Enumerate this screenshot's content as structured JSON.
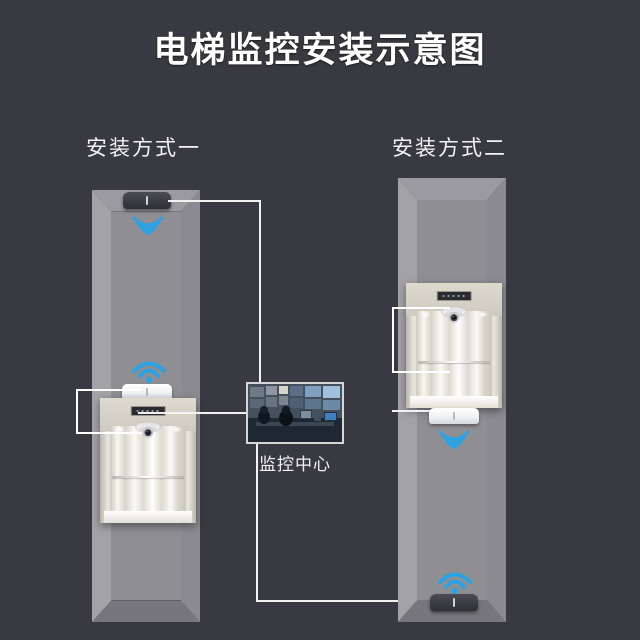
{
  "page": {
    "title": "电梯监控安装示意图",
    "background_color": "#393a41",
    "accent_color": "#29a3e3",
    "line_color": "#f2f2f2"
  },
  "methods": [
    {
      "id": "method-one",
      "label": "安装方式一",
      "shaft_top_device": "dark-transmitter",
      "shaft_top_device_waves": "signal-waves-down",
      "car_top_device": "white-transmitter",
      "car_top_device_waves": "wifi-waves-up",
      "car_camera": "dome-camera",
      "car_position": "middle"
    },
    {
      "id": "method-two",
      "label": "安装方式二",
      "shaft_bottom_device": "dark-receiver",
      "shaft_bottom_device_waves": "wifi-waves-up",
      "car_bottom_device": "white-transmitter",
      "car_bottom_device_waves": "signal-waves-down",
      "car_camera": "dome-camera",
      "car_position": "upper"
    }
  ],
  "monitoring_center": {
    "label": "监控中心",
    "image_alt": "control-room-photo"
  },
  "icons": {
    "wifi": "wifi-icon",
    "signal_waves": "signal-waves-icon",
    "dome_camera": "dome-camera-icon",
    "transmitter": "transmitter-icon",
    "receiver": "receiver-icon"
  },
  "connections": [
    {
      "from": "method-one-shaft-top-device",
      "to": "monitoring-center"
    },
    {
      "from": "method-one-car-camera",
      "to": "monitoring-center"
    },
    {
      "from": "monitoring-center",
      "to": "method-two-shaft-bottom-device"
    },
    {
      "from": "method-two-car-camera",
      "to": "method-two-car-bottom-device"
    }
  ]
}
